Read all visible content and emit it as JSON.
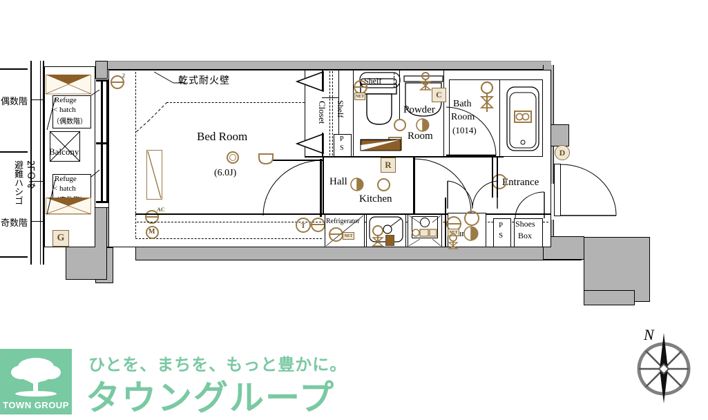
{
  "document": {
    "type": "floor-plan",
    "unit_label": "(6.0J)",
    "colors": {
      "wall": "#b3b3b3",
      "fixture": "#9b7a45",
      "brand": "#79c9a3",
      "line": "#000000"
    }
  },
  "left_annotations": {
    "even_floor": "偶数階",
    "odd_floor": "奇数階",
    "escape_ladder": "避難ハシゴ",
    "second_floor_only": "2Fのみ"
  },
  "balcony": {
    "refuge_hatch_even": {
      "line1": "Refuge",
      "line2": "< hatch",
      "line3": "（偶数階）"
    },
    "balcony_label": "Balcony",
    "refuge_hatch_odd": {
      "line1": "Refuge",
      "line2": "< hatch",
      "line3": "（奇数階）"
    },
    "gas_badge": "G"
  },
  "rooms": [
    {
      "id": "bed-room",
      "label": "Bed Room",
      "sub": "(6.0J)"
    },
    {
      "id": "hall",
      "label": "Hall"
    },
    {
      "id": "kitchen",
      "label": "Kitchen"
    },
    {
      "id": "powder-room",
      "label_line1": "Powder",
      "label_line2": "Room"
    },
    {
      "id": "bath-room",
      "label_line1": "Bath",
      "label_line2": "Room",
      "label_line3": "(1014)"
    },
    {
      "id": "entrance",
      "label": "Entrance"
    },
    {
      "id": "laundry",
      "label": "Laundry"
    }
  ],
  "storage": {
    "closet": "Closet",
    "shelf_vertical": "Shelf",
    "shelf_toilet": "Shelf",
    "ps_left": "P\nS",
    "ps_left_l1": "P",
    "ps_left_l2": "S",
    "ps_right_l1": "P",
    "ps_right_l2": "S",
    "shoes_box_l1": "Shoes",
    "shoes_box_l2": "Box",
    "refrigerator": "Refrigerator"
  },
  "wall_note": {
    "text": "乾式耐火壁"
  },
  "badges": [
    {
      "id": "badge-g",
      "label": "G"
    },
    {
      "id": "badge-c",
      "label": "C"
    },
    {
      "id": "badge-r",
      "label": "R"
    },
    {
      "id": "badge-d",
      "label": "D"
    },
    {
      "id": "badge-m",
      "label": "M"
    },
    {
      "id": "badge-t",
      "label": "T"
    },
    {
      "id": "badge-ac",
      "label": "AC"
    },
    {
      "id": "badge-net-1",
      "label": "NET"
    },
    {
      "id": "badge-net-2",
      "label": "NET"
    },
    {
      "id": "badge-net-3",
      "label": "NET"
    }
  ],
  "compass": {
    "label": "N"
  },
  "footer": {
    "tagline": "ひとを、まちを、もっと豊かに。",
    "brand": "タウングループ",
    "logo_text": "TOWN GROUP"
  }
}
